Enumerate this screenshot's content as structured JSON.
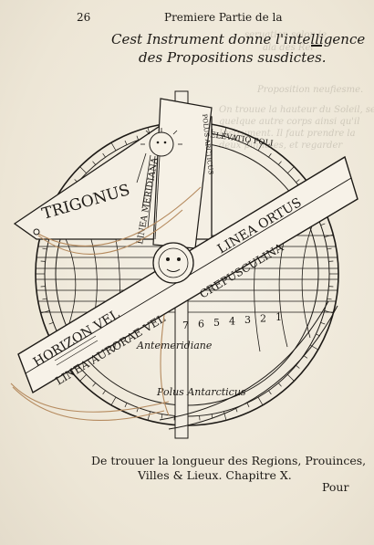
{
  "header": {
    "page_number": "26",
    "running_title": "Premiere Partie de la"
  },
  "heading": {
    "line1": "Cest Instrument donne l'intelligence",
    "line2": "des Propositions susdictes."
  },
  "instrument": {
    "trigonus": "TRIGONUS",
    "eleuatio_poli": "ELEVATIO POLI",
    "linea_meridiana": "LINEA MERIDIANA",
    "polus_arcticus": "POLUS ARCTICUS",
    "horizon_vel": "HORIZON VEL",
    "linea_ortus": "LINEA ORTUS",
    "linea_aurorae": "LINEA AURORAE VEL",
    "crepusculina": "CREPUSCULINA",
    "antemeridiane": "Antemeridiane",
    "polus_antarcticus": "Polus Antarcticus",
    "scale_numbers": [
      "7",
      "6",
      "5",
      "4",
      "3",
      "2",
      "1"
    ]
  },
  "footer": {
    "line1": "De trouuer la longueur des Regions, Prouinces,",
    "line2": "Villes & Lieux.   Chapitre X.",
    "catchword": "Pour"
  }
}
